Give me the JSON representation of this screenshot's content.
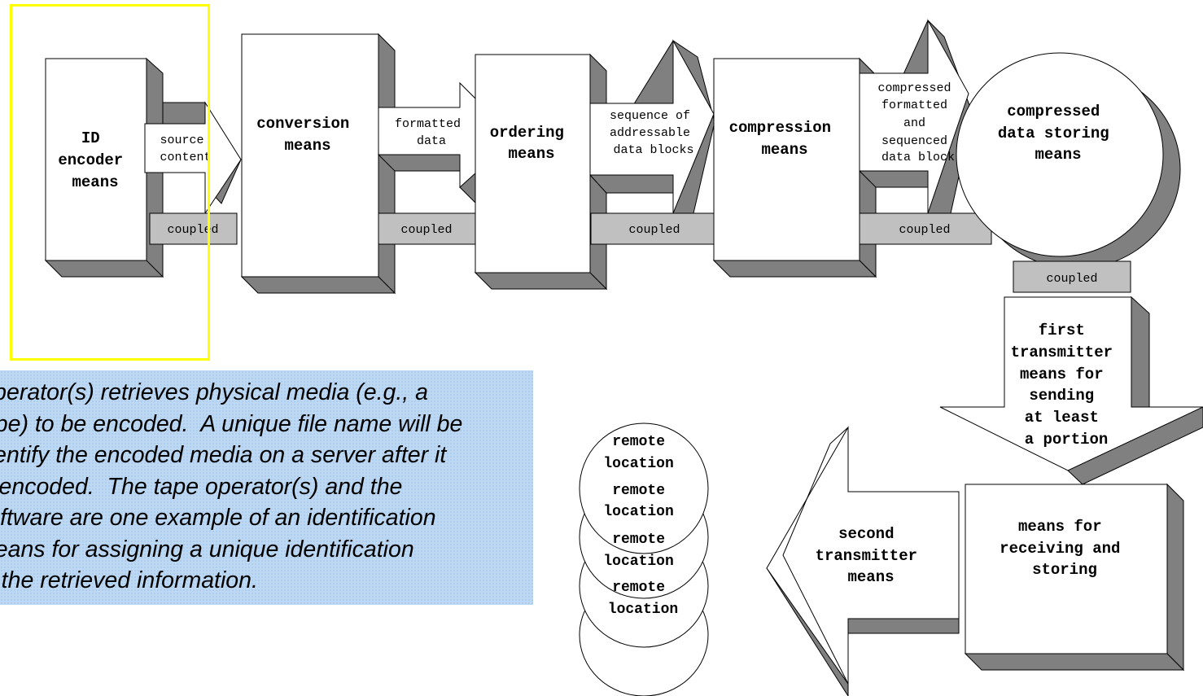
{
  "diagram": {
    "boxes": {
      "id_encoder": [
        "ID",
        "encoder",
        "means"
      ],
      "conversion": [
        "conversion",
        "means"
      ],
      "ordering": [
        "ordering",
        "means"
      ],
      "compression": [
        "compression",
        "means"
      ],
      "storing": [
        "compressed",
        "data storing",
        "means"
      ],
      "first_tx": [
        "first",
        "transmitter",
        "means for",
        "sending",
        "at least",
        "a portion"
      ],
      "receiving": [
        "means for",
        "receiving and",
        "storing"
      ],
      "second_tx": [
        "second",
        "transmitter",
        "means"
      ]
    },
    "arrows": {
      "source": [
        "source",
        "content"
      ],
      "formatted": [
        "formatted",
        "data"
      ],
      "sequence": [
        "sequence of",
        "addressable",
        "data blocks"
      ],
      "compressed": [
        "compressed",
        "formatted",
        "and",
        "sequenced",
        "data block"
      ]
    },
    "coupled_label": "coupled",
    "remote_label": [
      "remote",
      "location"
    ]
  },
  "note": {
    "lines": [
      "Operator(s) retrieves physical media (e.g., a",
      "tape) to be encoded.  A unique file name will be",
      "identify the encoded media on a server after it",
      "is encoded.  The tape operator(s) and the",
      "software are one example of an identification",
      "means for assigning a unique identification",
      "to the retrieved information."
    ]
  }
}
